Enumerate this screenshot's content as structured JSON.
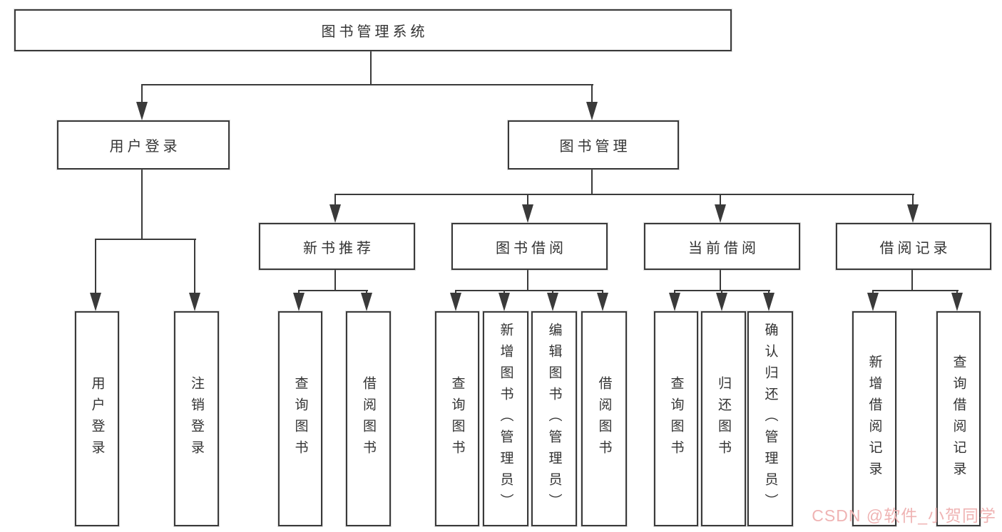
{
  "colors": {
    "line": "#3a3a3a",
    "box_border": "#3a3a3a",
    "text": "#333333",
    "background": "#ffffff",
    "watermark": "#efb3b3"
  },
  "watermark": {
    "text": "CSDN @软件_小贺同学"
  },
  "tree": {
    "root": {
      "label": "图书管理系统"
    },
    "branches": [
      {
        "label": "用户登录",
        "children": [
          {
            "label": "用户登录"
          },
          {
            "label": "注销登录"
          }
        ]
      },
      {
        "label": "图书管理",
        "children": [
          {
            "label": "新书推荐",
            "children": [
              {
                "label": "查询图书"
              },
              {
                "label": "借阅图书"
              }
            ]
          },
          {
            "label": "图书借阅",
            "children": [
              {
                "label": "查询图书"
              },
              {
                "label": "新增图书（管理员）"
              },
              {
                "label": "编辑图书（管理员）"
              },
              {
                "label": "借阅图书"
              }
            ]
          },
          {
            "label": "当前借阅",
            "children": [
              {
                "label": "查询图书"
              },
              {
                "label": "归还图书"
              },
              {
                "label": "确认归还（管理员）"
              }
            ]
          },
          {
            "label": "借阅记录",
            "children": [
              {
                "label": "新增借阅记录"
              },
              {
                "label": "查询借阅记录"
              }
            ]
          }
        ]
      }
    ]
  }
}
